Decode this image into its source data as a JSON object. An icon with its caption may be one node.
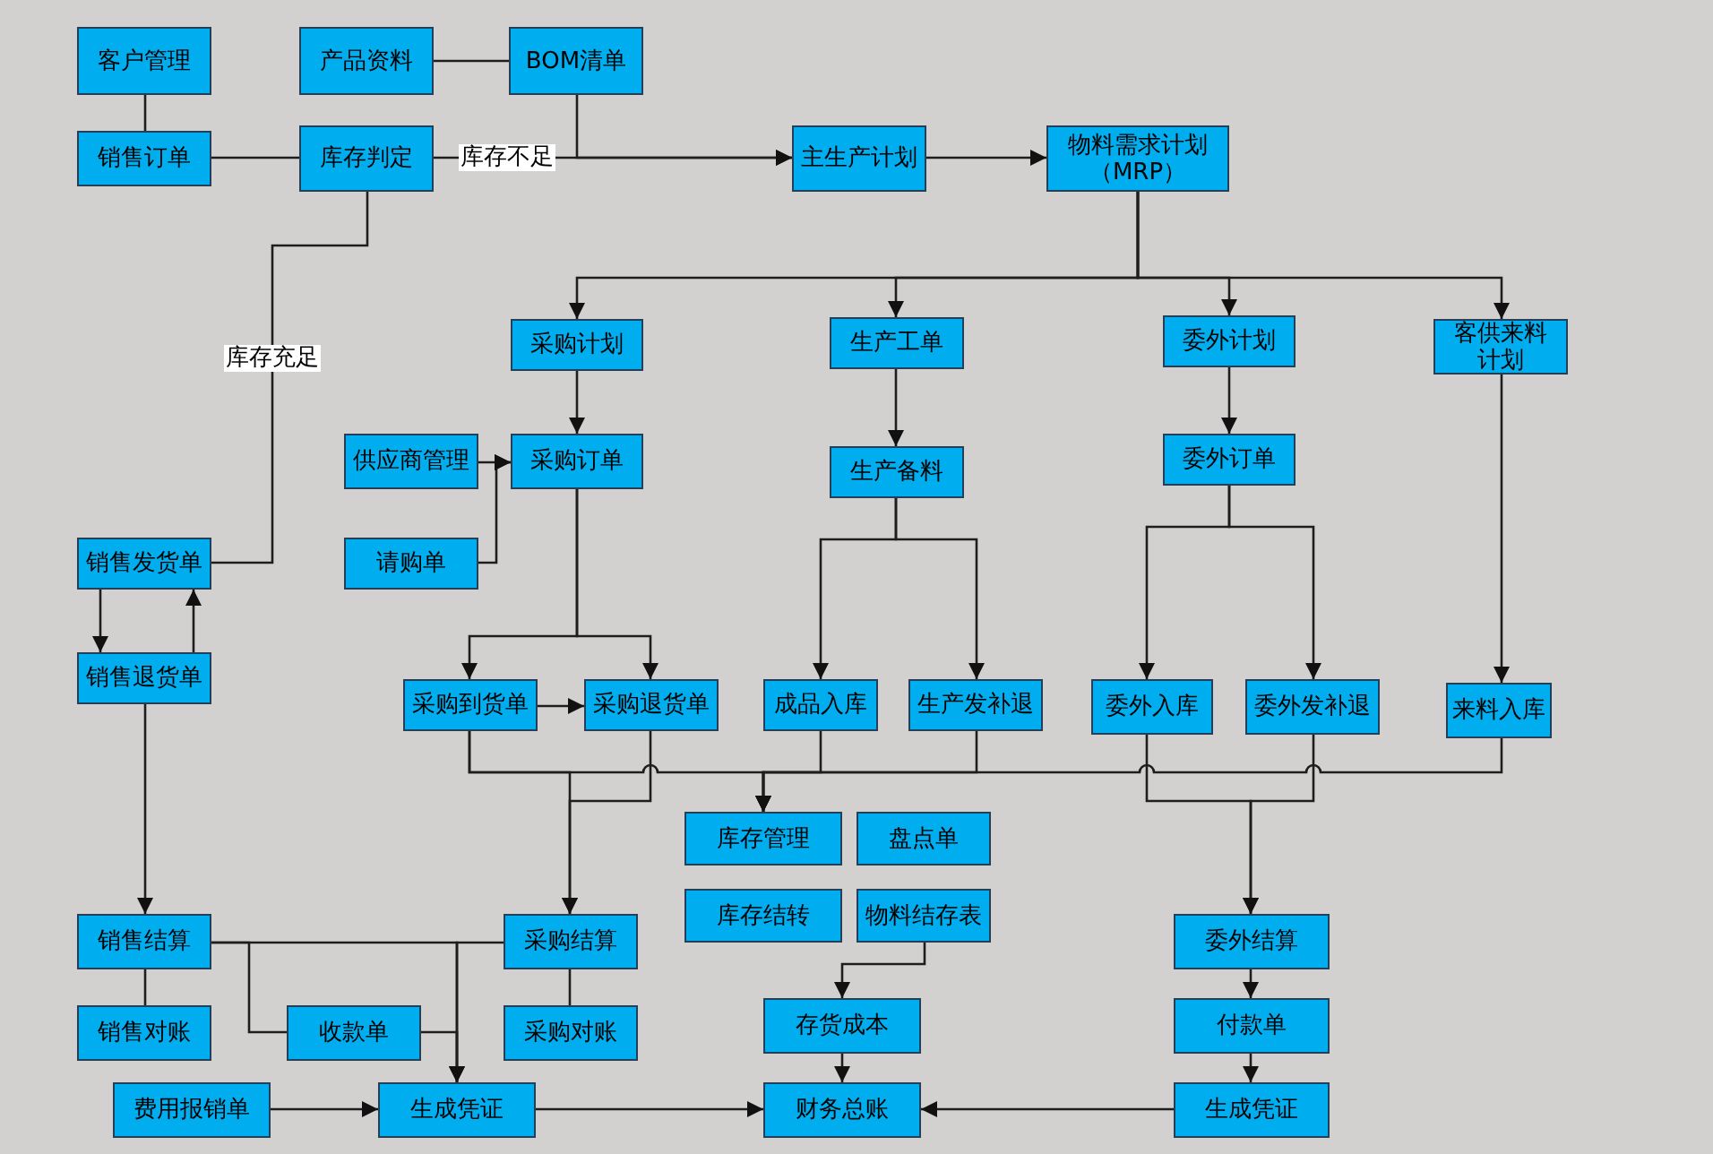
{
  "diagram": {
    "nodes": [
      {
        "text": [
          "客户管理"
        ]
      },
      {
        "text": [
          "产品资料"
        ]
      },
      {
        "text": [
          "BOM清单"
        ]
      },
      {
        "text": [
          "销售订单"
        ]
      },
      {
        "text": [
          "库存判定"
        ]
      },
      {
        "text": [
          "主生产计划"
        ]
      },
      {
        "text": [
          "物料需求计划（MRP）"
        ]
      },
      {
        "text": [
          "采购计划"
        ]
      },
      {
        "text": [
          "生产工单"
        ]
      },
      {
        "text": [
          "委外计划"
        ]
      },
      {
        "text": [
          "客供来料计划"
        ]
      },
      {
        "text": [
          "供应商管理"
        ]
      },
      {
        "text": [
          "采购订单"
        ]
      },
      {
        "text": [
          "生产备料"
        ]
      },
      {
        "text": [
          "委外订单"
        ]
      },
      {
        "text": [
          "销售发货单"
        ]
      },
      {
        "text": [
          "请购单"
        ]
      },
      {
        "text": [
          "销售退货单"
        ]
      },
      {
        "text": [
          "采购到货单"
        ]
      },
      {
        "text": [
          "采购退货单"
        ]
      },
      {
        "text": [
          "成品入库"
        ]
      },
      {
        "text": [
          "生产发补退"
        ]
      },
      {
        "text": [
          "委外入库"
        ]
      },
      {
        "text": [
          "委外发补退"
        ]
      },
      {
        "text": [
          "来料入库"
        ]
      },
      {
        "text": [
          "库存管理"
        ]
      },
      {
        "text": [
          "盘点单"
        ]
      },
      {
        "text": [
          "库存结转"
        ]
      },
      {
        "text": [
          "物料结存表"
        ]
      },
      {
        "text": [
          "销售结算"
        ]
      },
      {
        "text": [
          "采购结算"
        ]
      },
      {
        "text": [
          "委外结算"
        ]
      },
      {
        "text": [
          "销售对账"
        ]
      },
      {
        "text": [
          "收款单"
        ]
      },
      {
        "text": [
          "采购对账"
        ]
      },
      {
        "text": [
          "存货成本"
        ]
      },
      {
        "text": [
          "付款单"
        ]
      },
      {
        "text": [
          "费用报销单"
        ]
      },
      {
        "text": [
          "生成凭证"
        ]
      },
      {
        "text": [
          "财务总账"
        ]
      },
      {
        "text": [
          "生成凭证"
        ]
      }
    ],
    "edges": [
      {
        "from": 0,
        "to": 3,
        "arrow": "none"
      },
      {
        "from": 1,
        "to": 2,
        "arrow": "none"
      },
      {
        "from": 3,
        "to": 4,
        "arrow": "none"
      },
      {
        "from": 4,
        "to": 5,
        "arrow": "to",
        "label": "库存不足"
      },
      {
        "from": 2,
        "to": 5,
        "arrow": "to"
      },
      {
        "from": 4,
        "to": 15,
        "arrow": "none",
        "label": "库存充足"
      },
      {
        "from": 5,
        "to": 6,
        "arrow": "to"
      },
      {
        "from": 6,
        "to": 7,
        "arrow": "to"
      },
      {
        "from": 6,
        "to": 8,
        "arrow": "to"
      },
      {
        "from": 6,
        "to": 9,
        "arrow": "to"
      },
      {
        "from": 6,
        "to": 10,
        "arrow": "to"
      },
      {
        "from": 7,
        "to": 12,
        "arrow": "to"
      },
      {
        "from": 11,
        "to": 12,
        "arrow": "to"
      },
      {
        "from": 16,
        "to": 12,
        "arrow": "to"
      },
      {
        "from": 8,
        "to": 13,
        "arrow": "to"
      },
      {
        "from": 9,
        "to": 14,
        "arrow": "to"
      },
      {
        "from": 10,
        "to": 24,
        "arrow": "to"
      },
      {
        "from": 12,
        "to": 18,
        "arrow": "to"
      },
      {
        "from": 12,
        "to": 19,
        "arrow": "to"
      },
      {
        "from": 13,
        "to": 20,
        "arrow": "to"
      },
      {
        "from": 13,
        "to": 21,
        "arrow": "to"
      },
      {
        "from": 14,
        "to": 22,
        "arrow": "to"
      },
      {
        "from": 14,
        "to": 23,
        "arrow": "to"
      },
      {
        "from": 18,
        "to": 19,
        "arrow": "to"
      },
      {
        "from": 15,
        "to": 17,
        "arrow": "to"
      },
      {
        "from": 17,
        "to": 15,
        "arrow": "to"
      },
      {
        "from": 18,
        "to": 25,
        "arrow": "to"
      },
      {
        "from": 20,
        "to": 25,
        "arrow": "to"
      },
      {
        "from": 21,
        "to": 25,
        "arrow": "to"
      },
      {
        "from": 24,
        "to": 25,
        "arrow": "to"
      },
      {
        "from": 18,
        "to": 30,
        "arrow": "to"
      },
      {
        "from": 19,
        "to": 30,
        "arrow": "to"
      },
      {
        "from": 22,
        "to": 31,
        "arrow": "to"
      },
      {
        "from": 23,
        "to": 31,
        "arrow": "to"
      },
      {
        "from": 17,
        "to": 29,
        "arrow": "to"
      },
      {
        "from": 29,
        "to": 32,
        "arrow": "none"
      },
      {
        "from": 30,
        "to": 34,
        "arrow": "none"
      },
      {
        "from": 29,
        "to": 38,
        "arrow": "to"
      },
      {
        "from": 30,
        "to": 38,
        "arrow": "to"
      },
      {
        "from": 29,
        "to": 33,
        "arrow": "none"
      },
      {
        "from": 33,
        "to": 38,
        "arrow": "to"
      },
      {
        "from": 37,
        "to": 38,
        "arrow": "to"
      },
      {
        "from": 38,
        "to": 39,
        "arrow": "to"
      },
      {
        "from": 28,
        "to": 35,
        "arrow": "to"
      },
      {
        "from": 35,
        "to": 39,
        "arrow": "to"
      },
      {
        "from": 31,
        "to": 36,
        "arrow": "to"
      },
      {
        "from": 36,
        "to": 40,
        "arrow": "to"
      },
      {
        "from": 40,
        "to": 39,
        "arrow": "to"
      }
    ]
  }
}
